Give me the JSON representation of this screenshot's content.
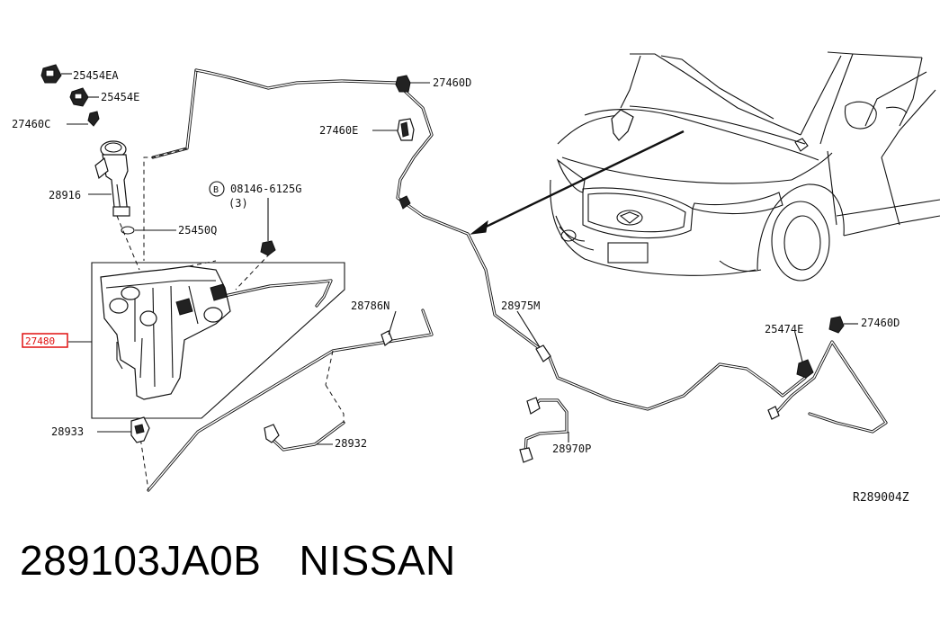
{
  "labels": {
    "p25454EA": "25454EA",
    "p25454E": "25454E",
    "p27460C": "27460C",
    "p28916": "28916",
    "p25450Q": "25450Q",
    "bolt_circle": "B",
    "bolt_number": "08146-6125G",
    "bolt_qty": "(3)",
    "p27460D_top": "27460D",
    "p27460E": "27460E",
    "p27480": "27480",
    "p28786N": "28786N",
    "p28975M": "28975M",
    "p25474E": "25474E",
    "p27460D_right": "27460D",
    "p28933": "28933",
    "p28932": "28932",
    "p28970P": "28970P",
    "ref_code": "R289004Z"
  },
  "footer": {
    "part_number": "289103JA0B",
    "brand": "NISSAN"
  },
  "colors": {
    "line": "#111111",
    "highlight": "#e01010",
    "background": "#ffffff"
  }
}
